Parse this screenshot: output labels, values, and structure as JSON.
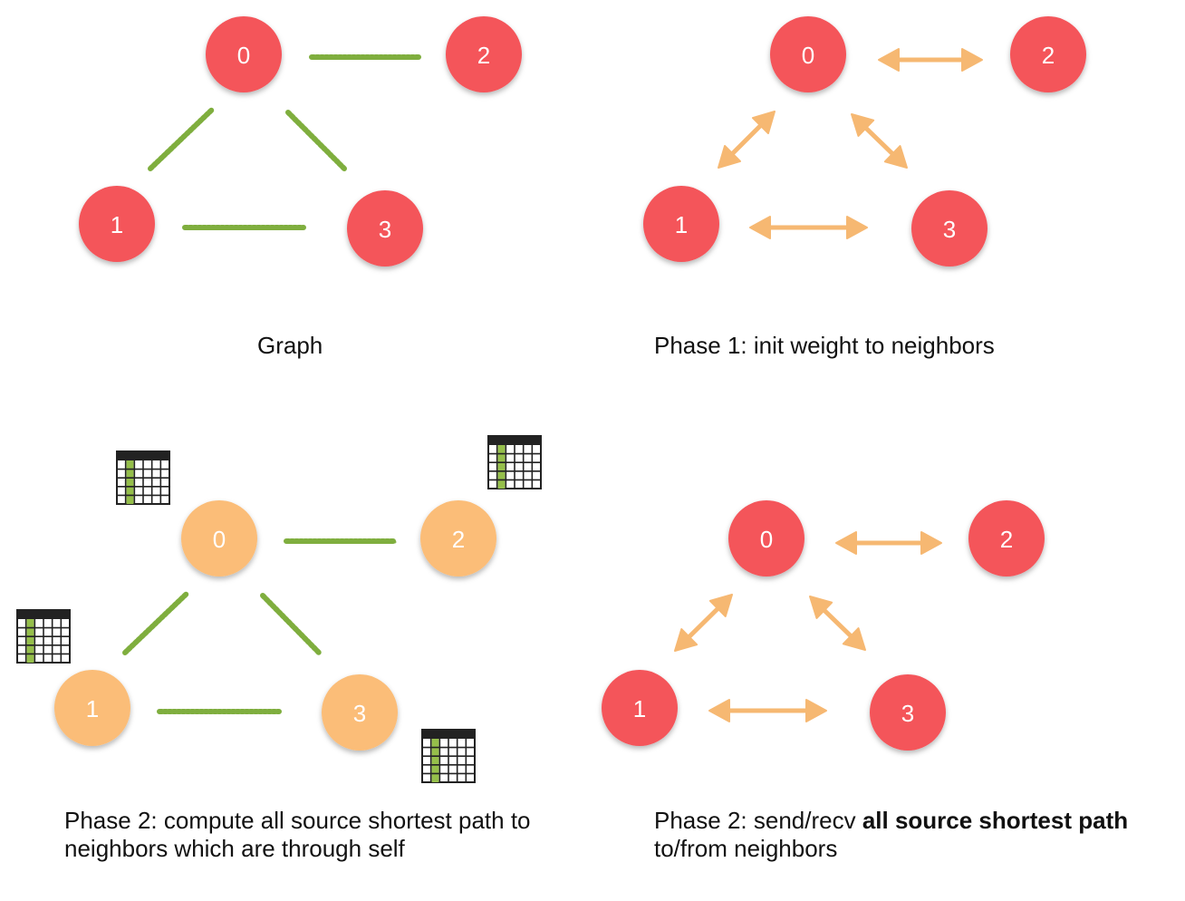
{
  "colors": {
    "node_red": "#f4545a",
    "node_orange": "#fbbd78",
    "edge_green": "#7fae3e",
    "arrow_orange": "#f6b872",
    "table_dark": "#222222",
    "table_green": "#95bf4a"
  },
  "panels": [
    {
      "id": "graph",
      "caption": "Graph",
      "node_color": "red",
      "edge_style": "line",
      "tables": false,
      "nodes": [
        "0",
        "1",
        "2",
        "3"
      ]
    },
    {
      "id": "phase1",
      "caption": "Phase 1: init weight to neighbors",
      "node_color": "red",
      "edge_style": "double-arrow",
      "tables": false,
      "nodes": [
        "0",
        "1",
        "2",
        "3"
      ]
    },
    {
      "id": "phase2-compute",
      "caption": "Phase 2: compute all source shortest path to neighbors which are through self",
      "node_color": "orange",
      "edge_style": "line",
      "tables": true,
      "nodes": [
        "0",
        "1",
        "2",
        "3"
      ]
    },
    {
      "id": "phase2-send",
      "caption_plain": "Phase 2: send/recv ",
      "caption_bold": "all source shortest path",
      "caption_tail": "to/from neighbors",
      "node_color": "red",
      "edge_style": "double-arrow",
      "tables": false,
      "nodes": [
        "0",
        "1",
        "2",
        "3"
      ]
    }
  ],
  "edges": [
    [
      "0",
      "2"
    ],
    [
      "0",
      "1"
    ],
    [
      "0",
      "3"
    ],
    [
      "1",
      "3"
    ]
  ],
  "icons": [
    "table-icon"
  ]
}
